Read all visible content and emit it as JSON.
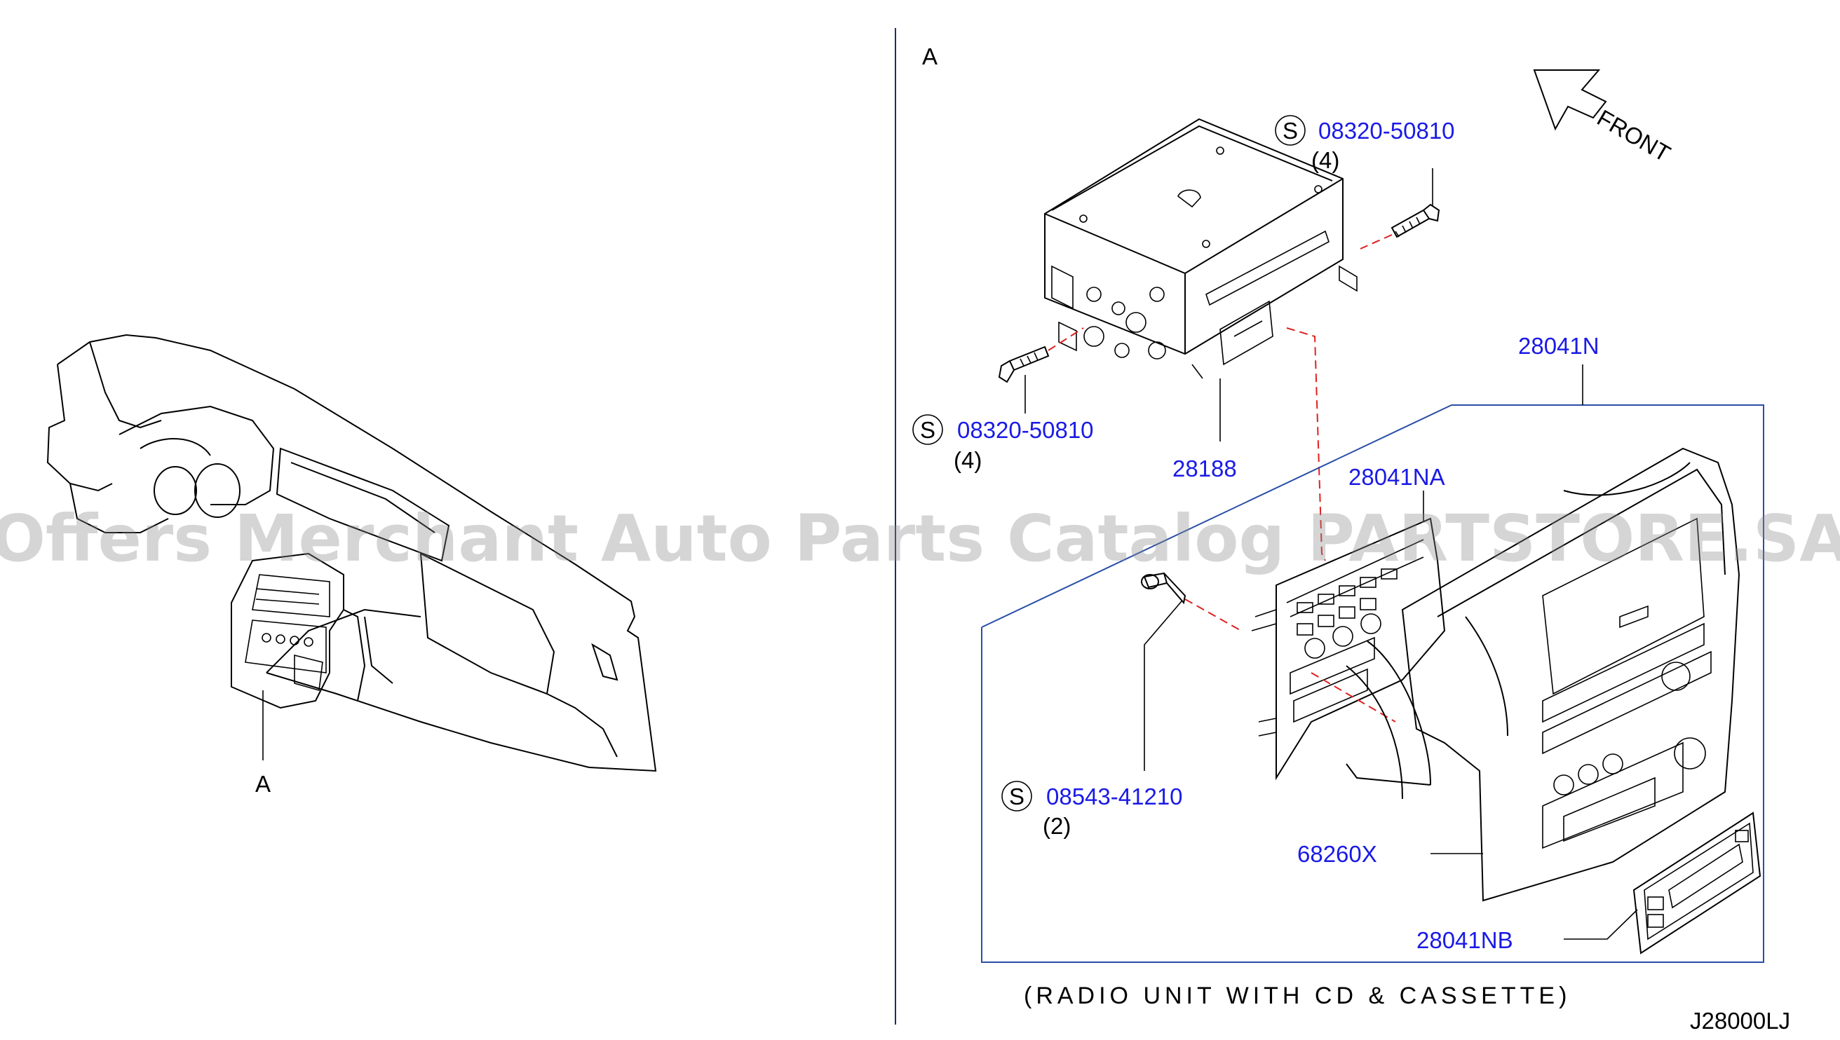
{
  "view_label_left": "A",
  "view_label_right": "A",
  "front_label": "FRONT",
  "screw_top_right": {
    "symbol": "S",
    "part": "08320-50810",
    "qty": "(4)"
  },
  "screw_left": {
    "symbol": "S",
    "part": "08320-50810",
    "qty": "(4)"
  },
  "screw_bottom": {
    "symbol": "S",
    "part": "08543-41210",
    "qty": "(2)"
  },
  "parts": {
    "p28188": "28188",
    "p28041N": "28041N",
    "p28041NA": "28041NA",
    "p68260X": "68260X",
    "p28041NB": "28041NB"
  },
  "caption": "(RADIO UNIT WITH CD & CASSETTE)",
  "diagram_code": "J28000LJ",
  "watermark": "Offers Merchant Auto Parts Catalog PARTSTORE.SA"
}
